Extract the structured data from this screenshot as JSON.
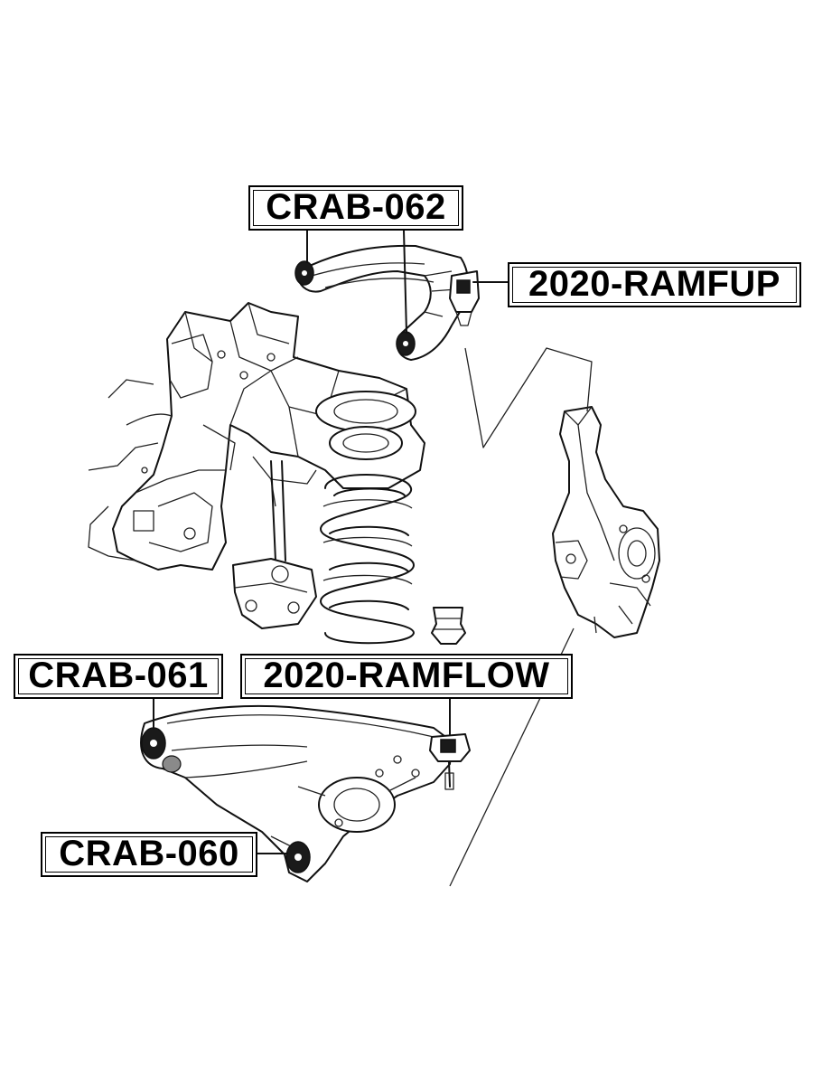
{
  "diagram": {
    "labels": {
      "upper_arm_bushing": "CRAB-062",
      "upper_ball_joint": "2020-RAMFUP",
      "lower_arm_front_bushing": "CRAB-061",
      "lower_ball_joint": "2020-RAMFLOW",
      "lower_arm_rear_bushing": "CRAB-060"
    },
    "colors": {
      "line": "#111111",
      "background": "#ffffff",
      "bushing": "#1a1a1a"
    }
  }
}
